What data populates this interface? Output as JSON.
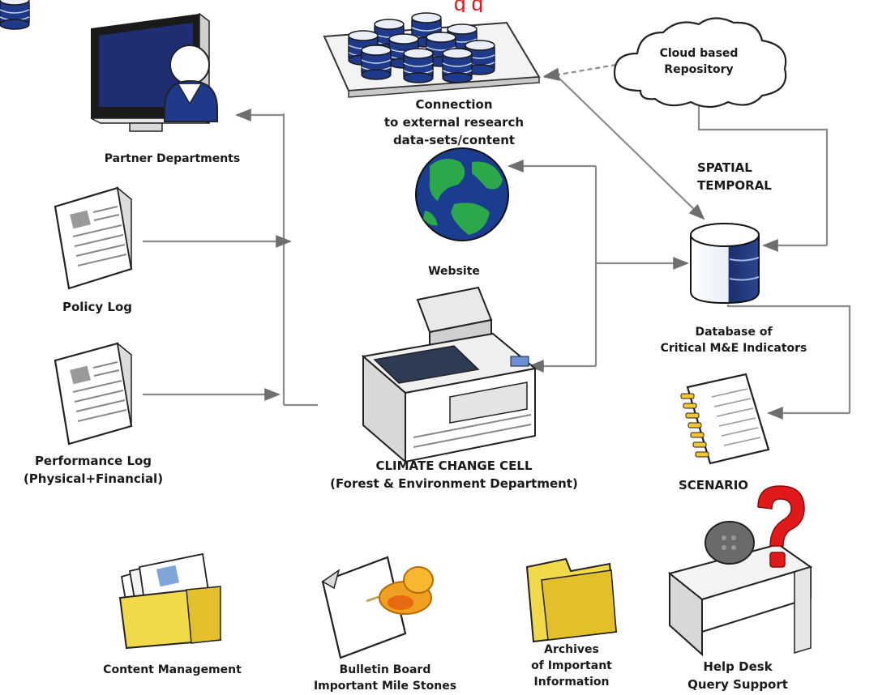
{
  "header": {
    "cut_title": "g                    g"
  },
  "nodes": {
    "partner": {
      "label": "Partner Departments"
    },
    "connection": {
      "lines": [
        "Connection",
        "to external research",
        "data-sets/content"
      ]
    },
    "cloud": {
      "lines": [
        "Cloud based",
        "Repository"
      ]
    },
    "spatial": {
      "lines": [
        "SPATIAL",
        "TEMPORAL"
      ]
    },
    "website": {
      "label": "Website"
    },
    "policy": {
      "label": "Policy Log"
    },
    "performance": {
      "lines": [
        "Performance Log",
        "(Physical+Financial)"
      ]
    },
    "database": {
      "lines": [
        "Database of",
        "Critical M&E Indicators"
      ]
    },
    "cell": {
      "lines": [
        "CLIMATE CHANGE CELL",
        "(Forest & Environment Department)"
      ]
    },
    "scenario": {
      "label": "SCENARIO"
    },
    "content": {
      "label": "Content Management"
    },
    "bulletin": {
      "lines": [
        "Bulletin Board",
        "Important Mile Stones"
      ]
    },
    "archives": {
      "lines": [
        "Archives",
        "of Important",
        "Information"
      ]
    },
    "helpdesk": {
      "lines": [
        "Help Desk",
        "Query Support"
      ]
    }
  },
  "colors": {
    "title": "#e8141a",
    "connector": "#8a8a8a",
    "navy": "#1b2f6e",
    "globe_sea": "#1b3d8f",
    "globe_land": "#2aa84a",
    "folder": "#f2d94a",
    "pin": "#f0a020",
    "question": "#e01a1a"
  }
}
